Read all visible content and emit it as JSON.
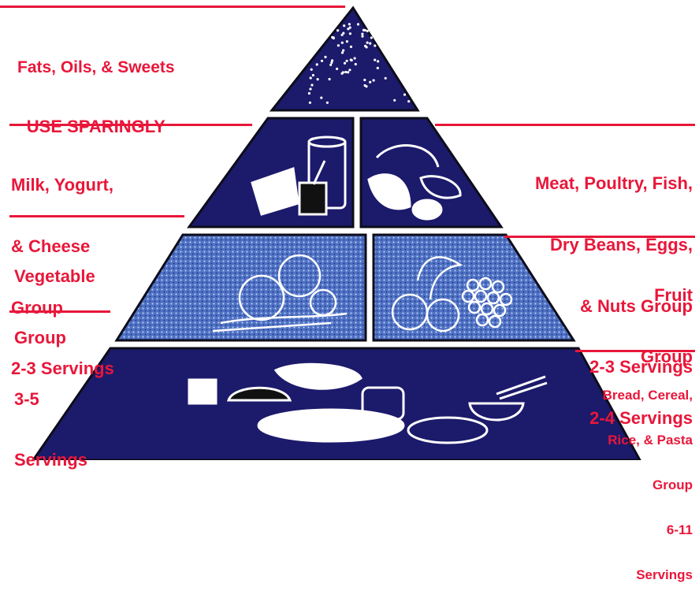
{
  "colors": {
    "label": "#e8173a",
    "rule": "#e8173a",
    "navy": "#1c1a6b",
    "navy_dark": "#100e44",
    "blue_light": "#5b7fcf",
    "outline": "#0d0d1a",
    "line_art": "#ffffff"
  },
  "icons": {
    "tip": "sweets-dots-icon",
    "milk": "milk-cheese-yogurt-icon",
    "meat": "meat-fish-eggs-nuts-icon",
    "veg": "vegetables-icon",
    "fruit": "fruit-banana-grapes-icon",
    "bread": "bread-cereal-rice-pasta-icon"
  },
  "labels": {
    "fats": [
      "Fats, Oils, & Sweets",
      "USE SPARINGLY"
    ],
    "milk": [
      "Milk, Yogurt,",
      "& Cheese",
      "Group",
      "2-3 Servings"
    ],
    "meat": [
      "Meat, Poultry, Fish,",
      "Dry Beans, Eggs,",
      "& Nuts Group",
      "2-3 Servings"
    ],
    "vegetable": [
      "Vegetable",
      "Group",
      "3-5",
      "Servings"
    ],
    "fruit": [
      "Fruit",
      "Group",
      "2-4 Servings"
    ],
    "bread": [
      "Bread, Cereal,",
      "Rice, & Pasta",
      "Group",
      "6-11",
      "Servings"
    ]
  }
}
